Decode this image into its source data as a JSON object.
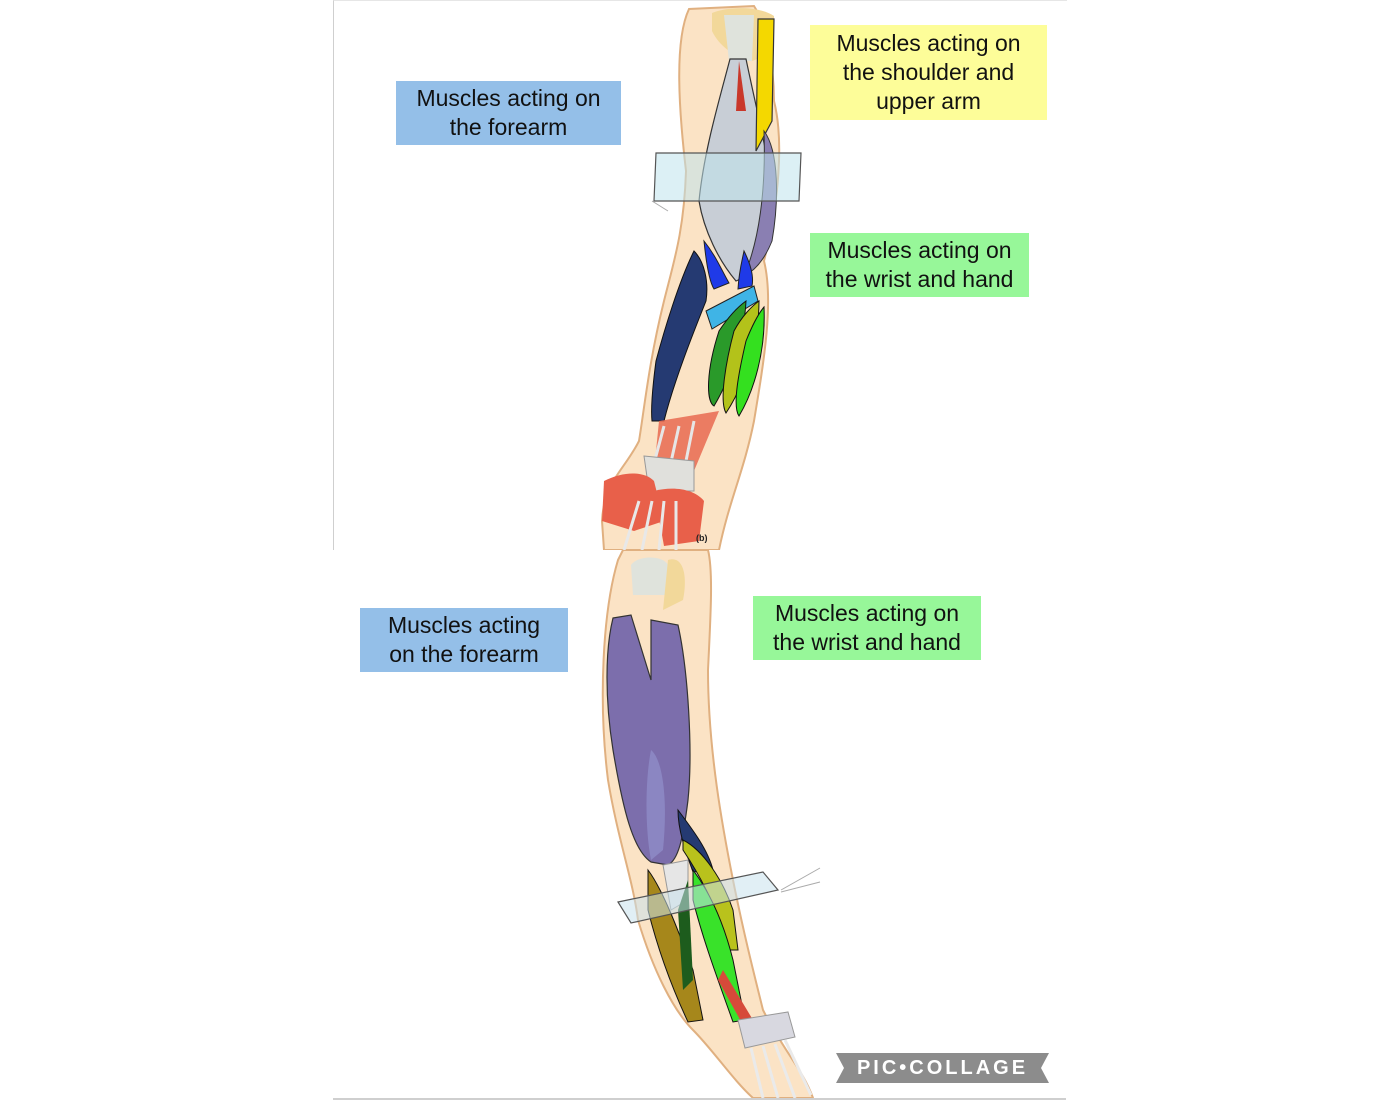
{
  "top_panel": {
    "labels": {
      "forearm": [
        "Muscles acting on",
        "the forearm"
      ],
      "shoulder": [
        "Muscles acting on",
        "the shoulder and",
        "upper arm"
      ],
      "wrist": [
        "Muscles acting on",
        "the wrist and hand"
      ]
    },
    "figure_label": "(b)",
    "colors": {
      "forearm_label_bg": "#94bfe8",
      "shoulder_label_bg": "#fdfd99",
      "wrist_label_bg": "#97f799"
    }
  },
  "bottom_panel": {
    "labels": {
      "forearm": [
        "Muscles acting",
        "on the forearm"
      ],
      "wrist": [
        "Muscles acting on",
        "the wrist and hand"
      ]
    }
  },
  "watermark": {
    "text": "PIC•COLLAGE",
    "color": "#8c8c8c"
  }
}
